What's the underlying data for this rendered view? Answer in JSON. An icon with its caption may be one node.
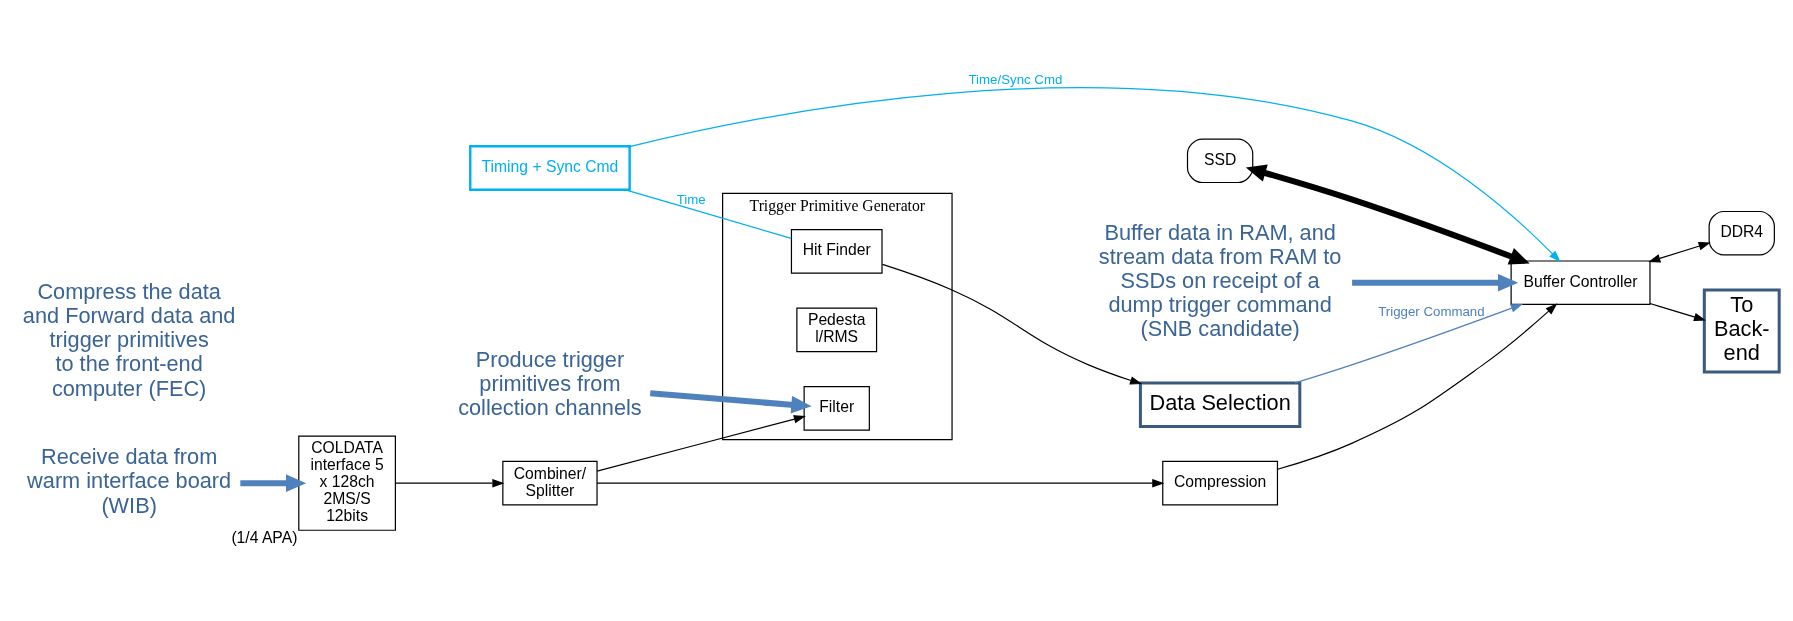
{
  "diagram": {
    "nodes": [
      {
        "text": [
          "Receive data from warm interface board (WIB)"
        ]
      },
      {
        "text": [
          "COLDATA interface 5 x 128ch 2MS/S 12bits"
        ],
        "beside": [
          "(1/4 APA)"
        ]
      },
      {
        "text": [
          "Combiner/ Splitter"
        ]
      },
      {
        "text": [
          "Compression"
        ]
      },
      {
        "text": [
          "DDR4"
        ]
      },
      {
        "text": [
          "SSD"
        ]
      },
      {
        "text": [
          "Buffer Controller"
        ]
      },
      {
        "text": [
          "Buffer data in RAM, and stream data from RAM to SSDs on receipt of a dump trigger command (SNB candidate)"
        ]
      },
      {
        "text": [
          "To Back- end"
        ]
      },
      {
        "text": [
          "Compress the data and Forward data and trigger primitives to the front-end computer (FEC)"
        ]
      },
      {
        "text": [
          "Timing + Sync Cmd"
        ]
      },
      {
        "text": [
          "Trigger Primitive Generator"
        ]
      },
      {
        "text": [
          "Filter"
        ],
        "in": 11
      },
      {
        "text": [
          "Pedesta l/RMS"
        ],
        "in": 11
      },
      {
        "text": [
          "Hit Finder"
        ],
        "in": 11
      },
      {
        "text": [
          "Data Selection"
        ]
      },
      {
        "text": [
          "Produce trigger primitives from collection channels"
        ]
      }
    ],
    "edges": [
      {
        "from": 0,
        "to": 1,
        "arrow": "to",
        "style": "thick",
        "color": "#4f81bd"
      },
      {
        "from": 1,
        "to": 2,
        "arrow": "to"
      },
      {
        "from": 2,
        "to": 3,
        "arrow": "to"
      },
      {
        "from": 3,
        "to": 6,
        "arrow": "to"
      },
      {
        "from": 6,
        "to": 4,
        "arrow": "both"
      },
      {
        "from": 5,
        "to": 6,
        "arrow": "both",
        "style": "thick"
      },
      {
        "from": 7,
        "to": 6,
        "arrow": "to",
        "style": "thick",
        "color": "#4f81bd"
      },
      {
        "from": 2,
        "to": 12,
        "arrow": "to"
      },
      {
        "from": 10,
        "to": 6,
        "label": "Time/Sync Cmd",
        "arrow": "to",
        "color": "#00b0f0"
      },
      {
        "from": 10,
        "to": 14,
        "label": "Time",
        "arrow": "none",
        "color": "#00b0f0"
      },
      {
        "from": 6,
        "to": 8,
        "arrow": "to"
      },
      {
        "from": 14,
        "to": 15,
        "arrow": "to"
      },
      {
        "from": 15,
        "to": 6,
        "label": "Trigger Command",
        "arrow": "to",
        "color": "#4f81bd"
      },
      {
        "from": 16,
        "to": 12,
        "arrow": "to",
        "style": "thick",
        "color": "#4f81bd"
      }
    ]
  }
}
